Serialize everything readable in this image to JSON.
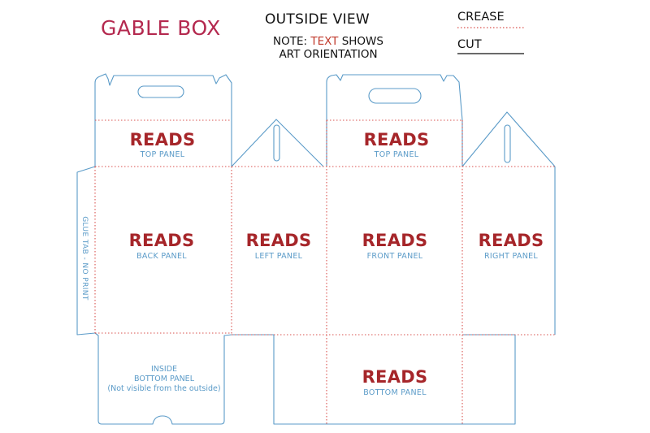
{
  "title": "GABLE BOX",
  "view": {
    "heading": "OUTSIDE VIEW",
    "note_prefix": "NOTE: ",
    "note_highlight": "TEXT",
    "note_suffix": " SHOWS",
    "note_line2": "ART ORIENTATION"
  },
  "legend": {
    "crease": "CREASE",
    "cut": "CUT"
  },
  "panels": {
    "back_top": {
      "reads": "READS",
      "label": "TOP PANEL"
    },
    "front_top": {
      "reads": "READS",
      "label": "TOP PANEL"
    },
    "back": {
      "reads": "READS",
      "label": "BACK PANEL"
    },
    "left": {
      "reads": "READS",
      "label": "LEFT PANEL"
    },
    "front": {
      "reads": "READS",
      "label": "FRONT PANEL"
    },
    "right": {
      "reads": "READS",
      "label": "RIGHT PANEL"
    },
    "bottom": {
      "reads": "READS",
      "label": "BOTTOM PANEL"
    }
  },
  "inside_bottom": {
    "line1": "INSIDE",
    "line2": "BOTTOM PANEL",
    "line3": "(Not visible from the outside)"
  },
  "glue_tab": "GLUE TAB - NO PRINT",
  "colors": {
    "cut_line": "#5b9bc8",
    "crease_line": "#d9534f",
    "title": "#b4294f",
    "reads": "#a6262a",
    "panel_label": "#5b9bc8"
  }
}
